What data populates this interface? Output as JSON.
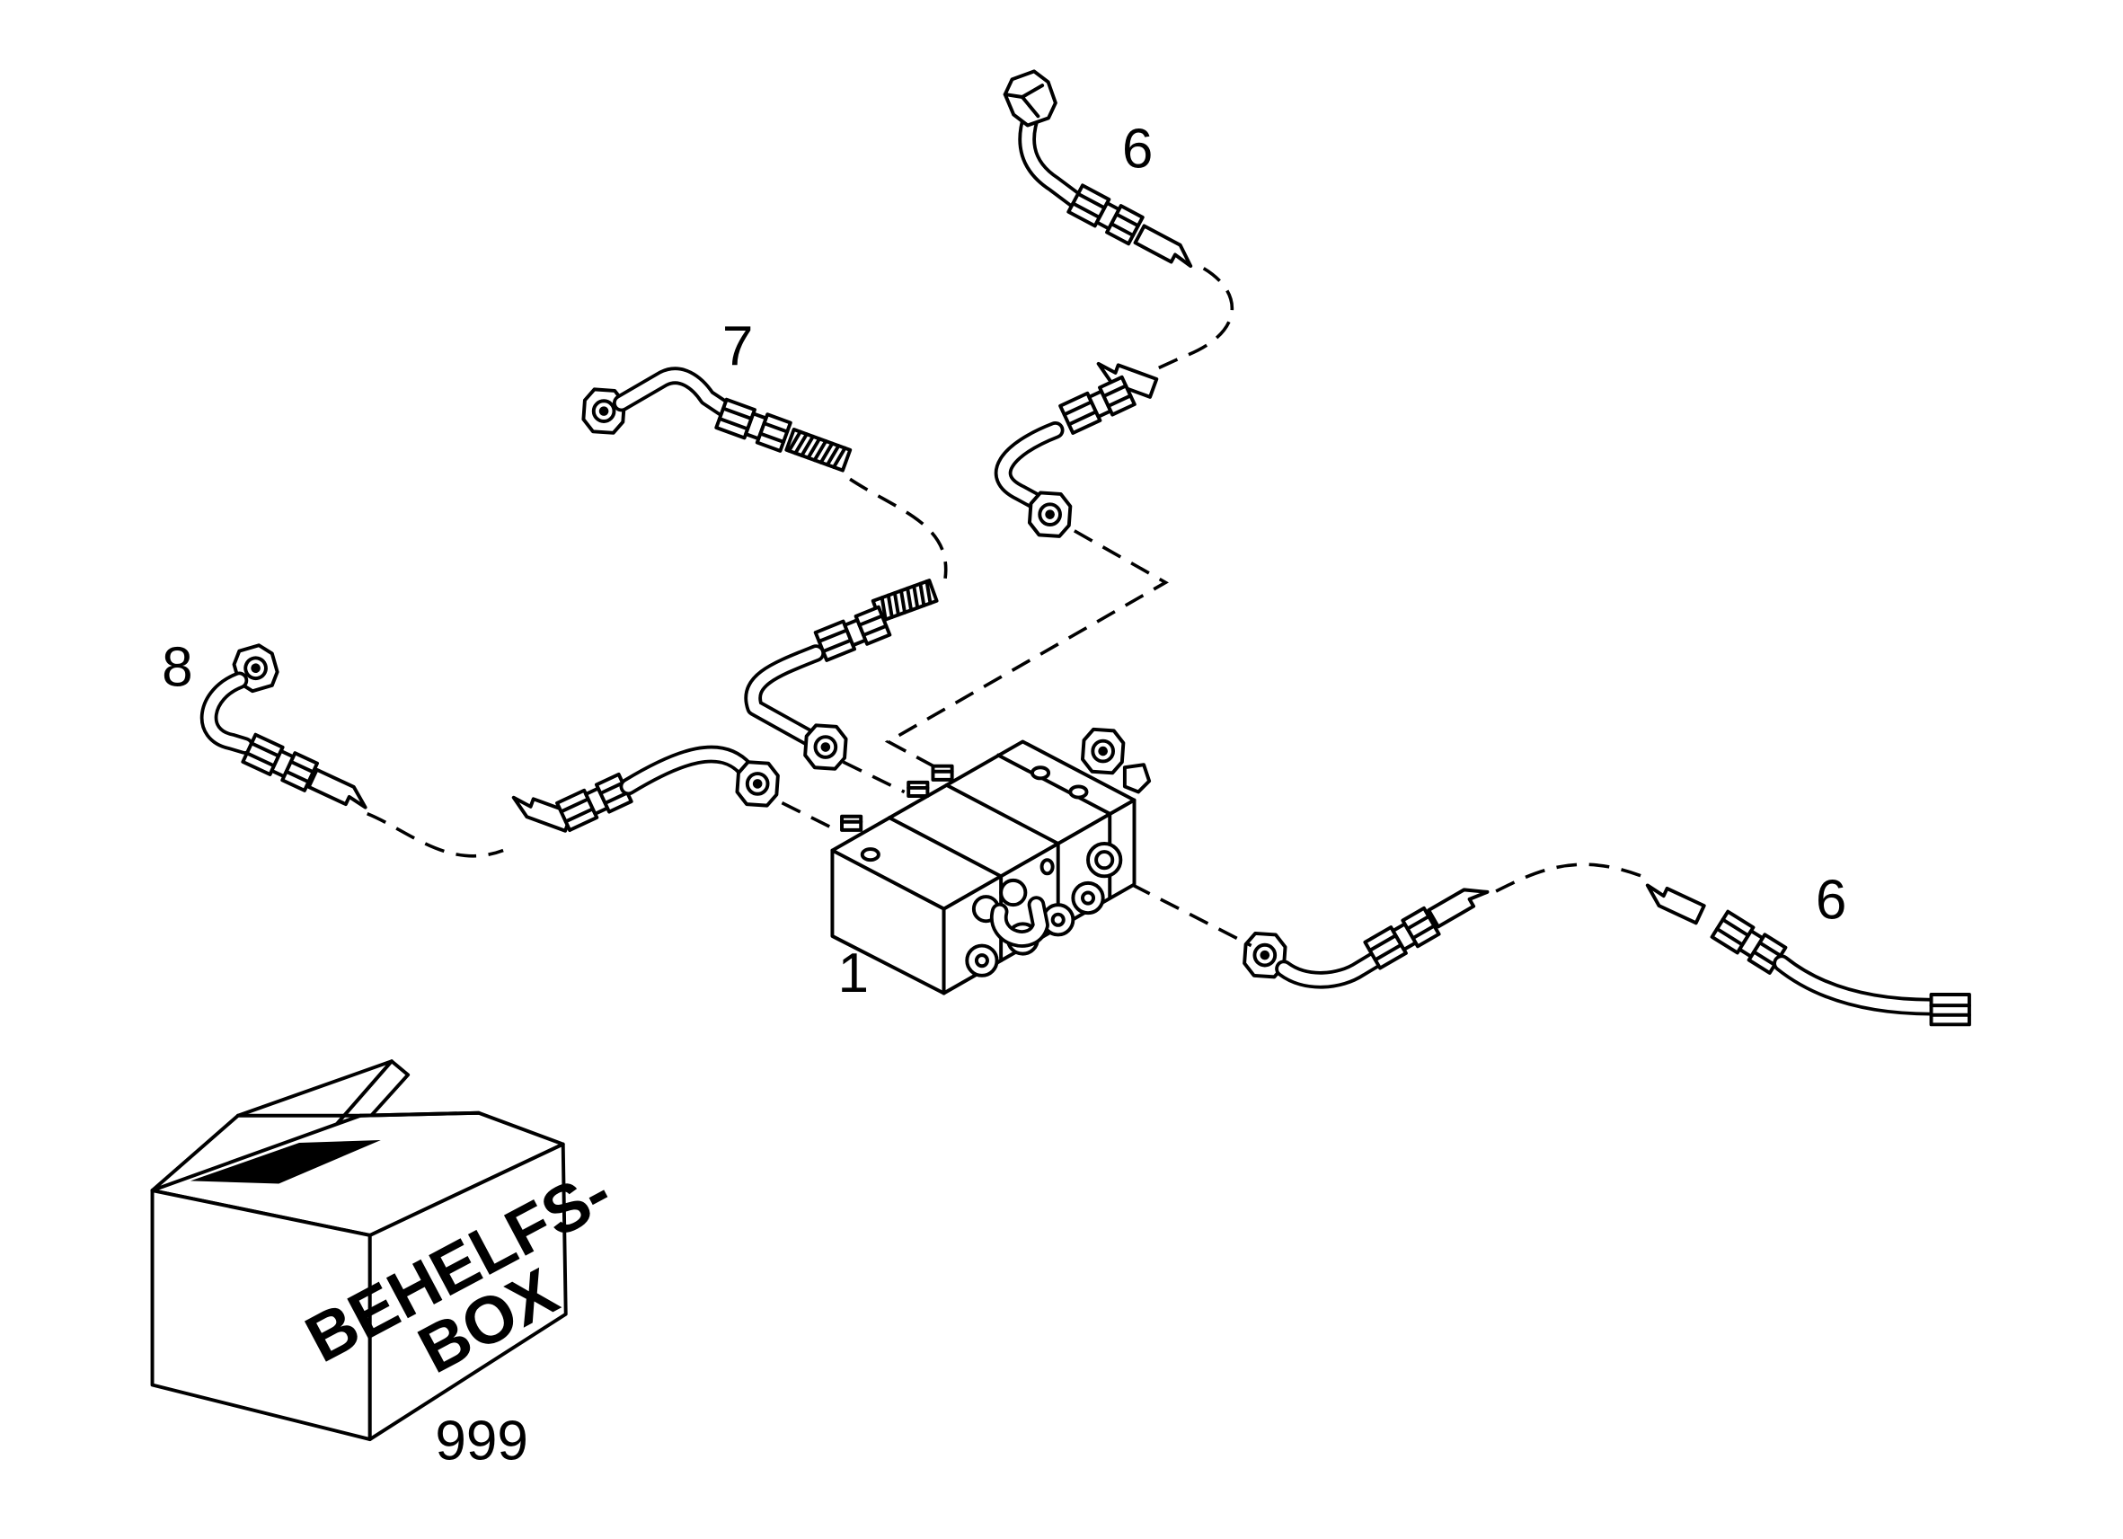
{
  "callouts": {
    "part_6_top": "6",
    "part_7": "7",
    "part_8": "8",
    "part_1": "1",
    "part_6_right": "6",
    "part_999": "999"
  },
  "box": {
    "label_line1": "BEHELFS-",
    "label_line2": "BOX"
  },
  "colors": {
    "line": "#000000",
    "background": "#ffffff"
  }
}
